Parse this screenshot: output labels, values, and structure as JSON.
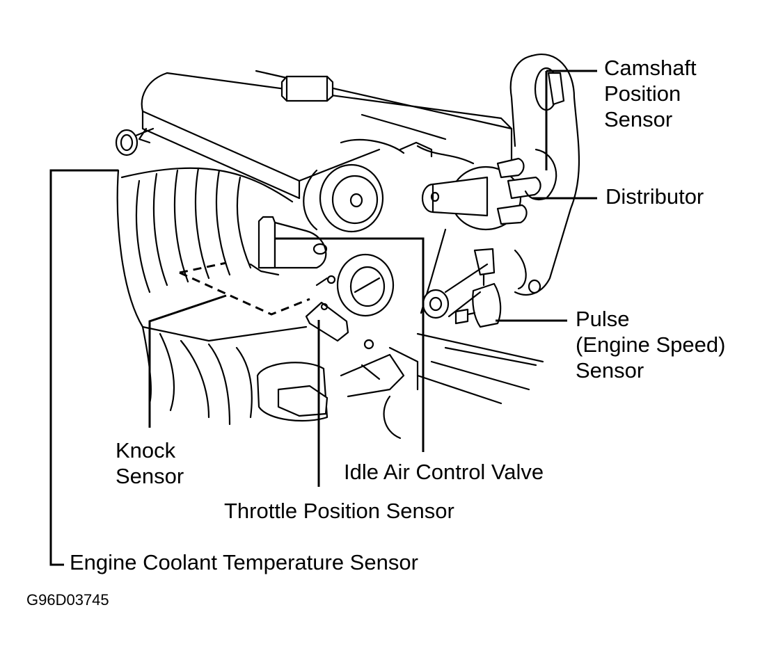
{
  "labels": {
    "camshaft": [
      "Camshaft",
      "Position",
      "Sensor"
    ],
    "distributor": "Distributor",
    "pulse": [
      "Pulse",
      "(Engine Speed)",
      "Sensor"
    ],
    "knock": [
      "Knock",
      "Sensor"
    ],
    "iacv": "Idle Air Control Valve",
    "tps": "Throttle Position Sensor",
    "ect": "Engine Coolant Temperature Sensor"
  },
  "figure_code": "G96D03745"
}
